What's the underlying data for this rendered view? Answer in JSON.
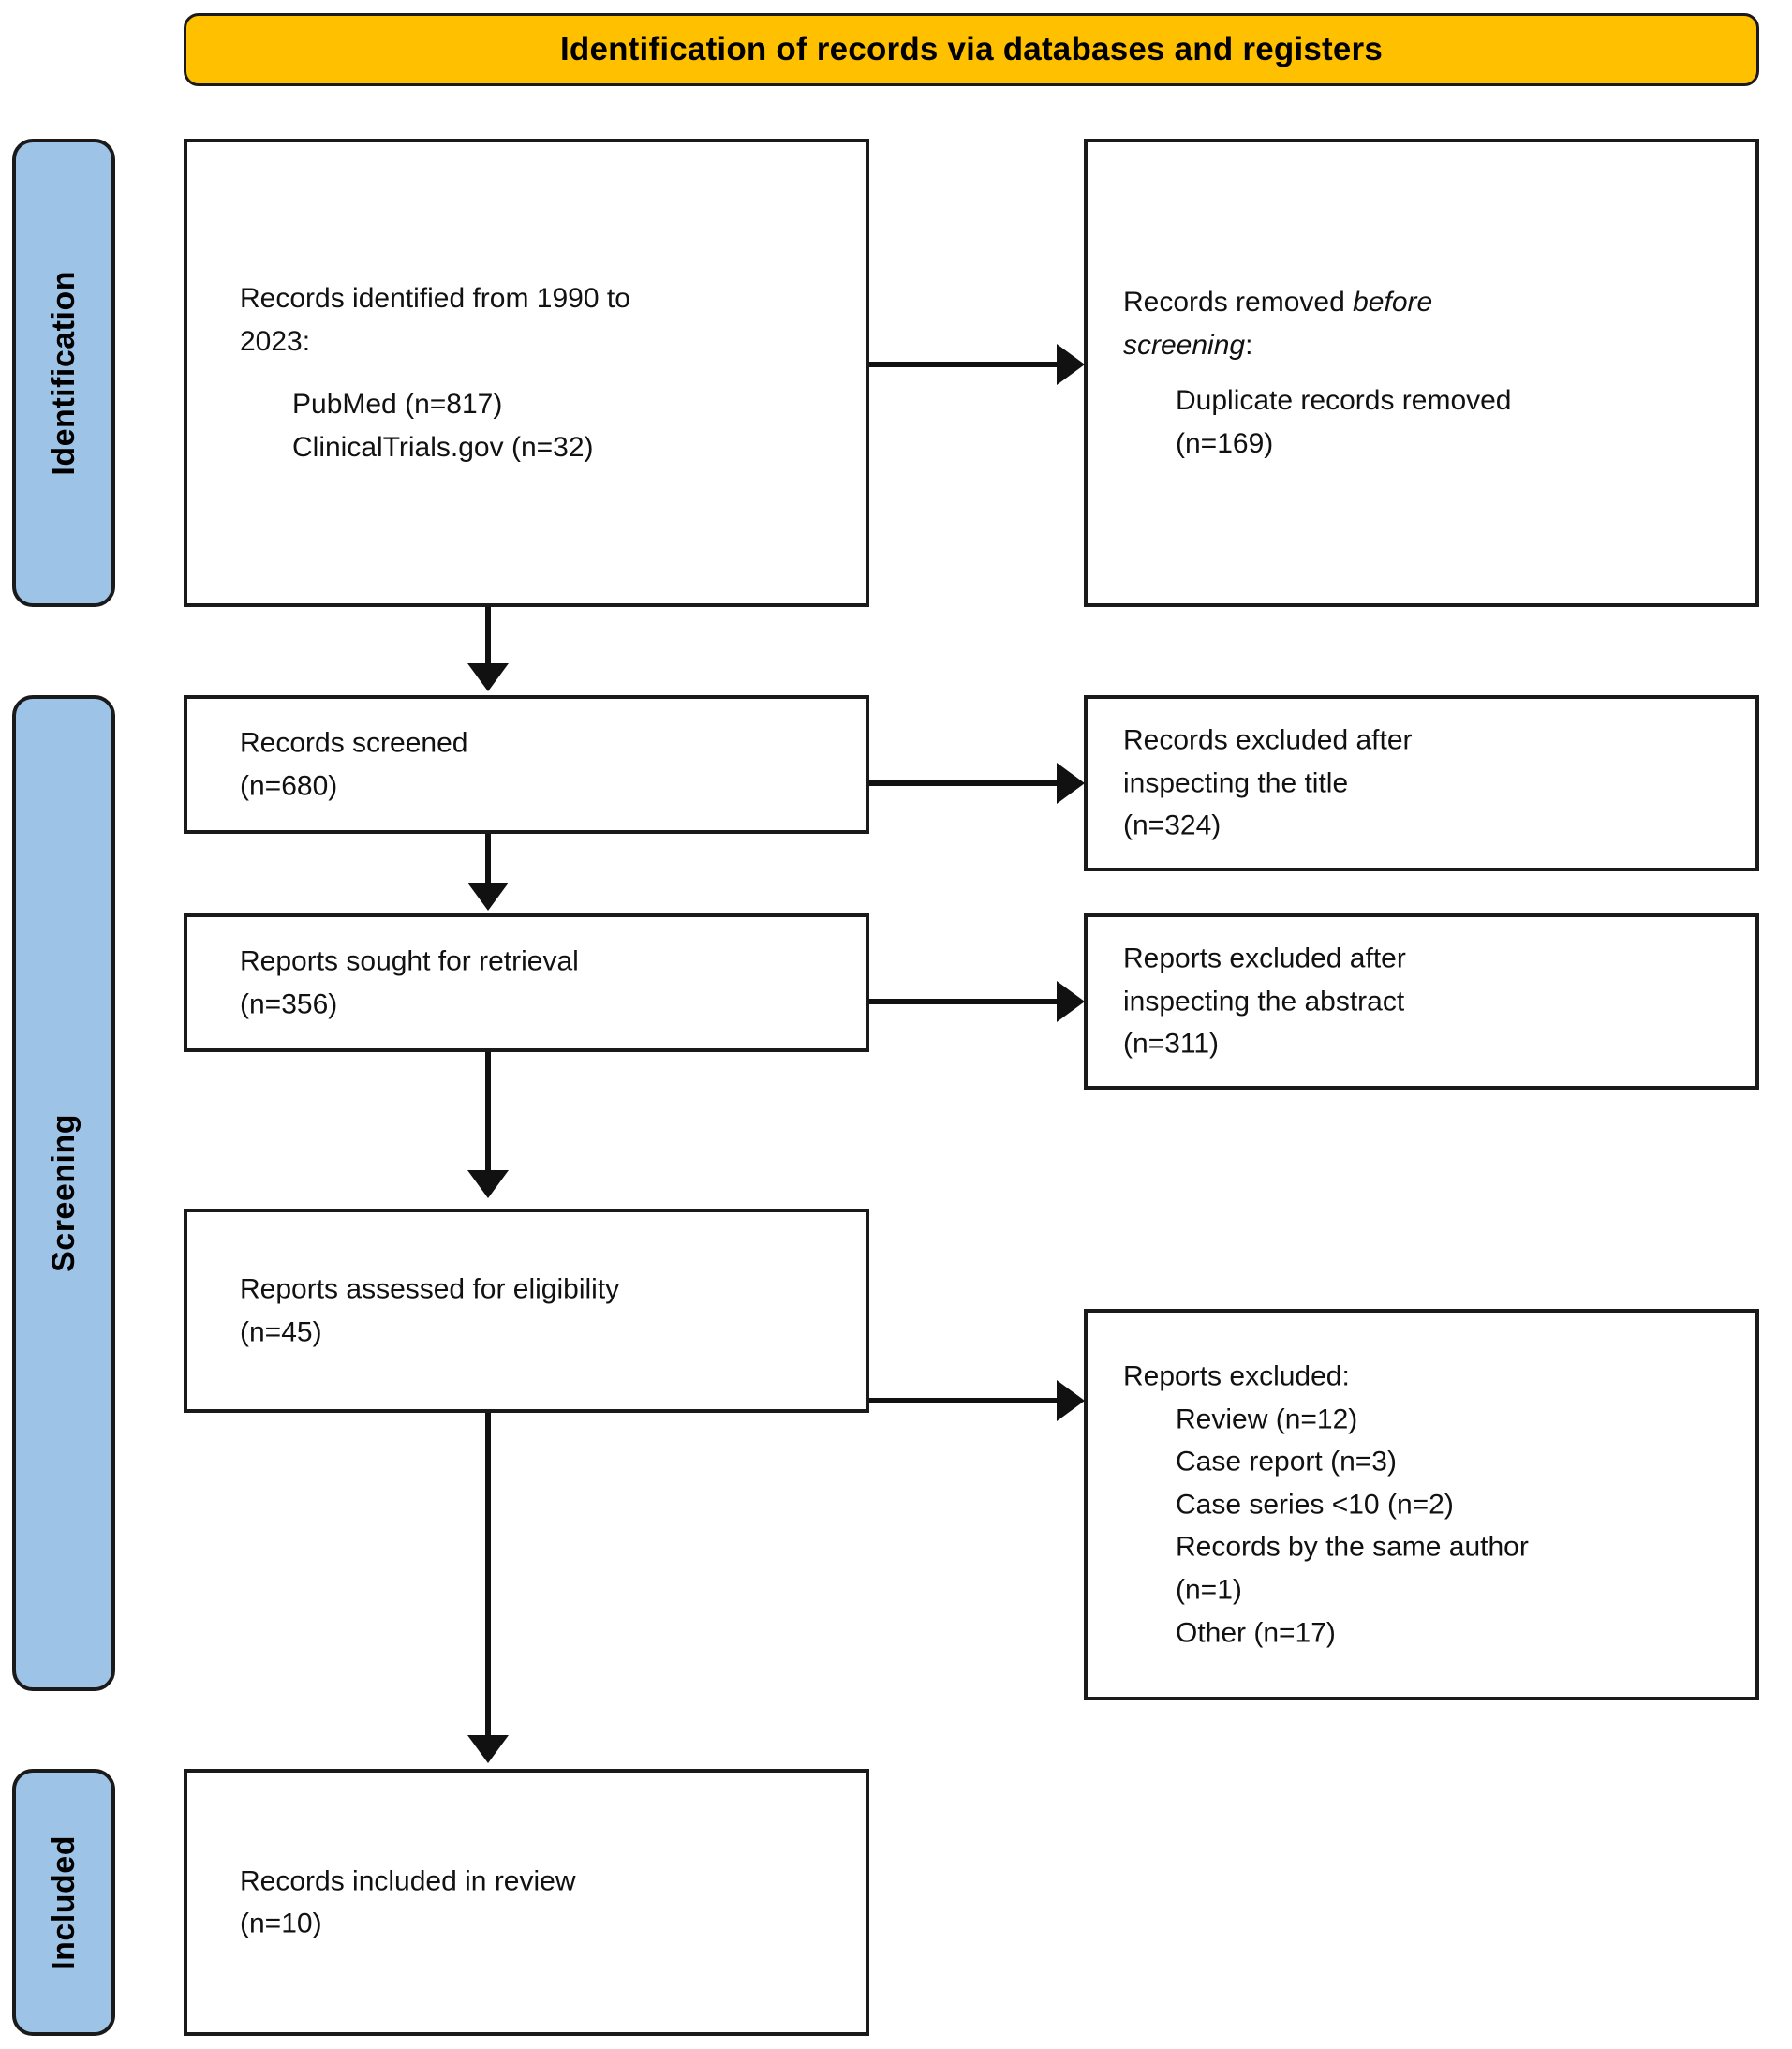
{
  "banner": {
    "title": "Identification of records via databases and registers",
    "fill_color": "#FFC000",
    "border_color": "#1a1a1a"
  },
  "stages": {
    "accent_color": "#9DC3E6",
    "identification": "Identification",
    "screening": "Screening",
    "included": "Included"
  },
  "boxes": {
    "identified": {
      "line1": "Records identified from 1990 to",
      "line2": "2023:",
      "item1": "PubMed (n=817)",
      "item2": "ClinicalTrials.gov (n=32)"
    },
    "removed_before_screening": {
      "line1_a": "Records removed ",
      "line1_b": "before",
      "line2_a": "screening",
      "line2_b": ":",
      "item1": "Duplicate records removed",
      "item2": "(n=169)"
    },
    "records_screened": {
      "line1": "Records screened",
      "line2": "(n=680)"
    },
    "records_excluded_title": {
      "line1": "Records excluded after",
      "line2": "inspecting the title",
      "line3": "(n=324)"
    },
    "reports_sought": {
      "line1": "Reports sought for retrieval",
      "line2": "(n=356)"
    },
    "reports_excluded_abstract": {
      "line1": "Reports excluded after",
      "line2": "inspecting the abstract",
      "line3": "(n=311)"
    },
    "reports_assessed": {
      "line1": "Reports assessed for eligibility",
      "line2": "(n=45)"
    },
    "reports_excluded": {
      "heading": "Reports excluded:",
      "item1": "Review (n=12)",
      "item2": "Case report (n=3)",
      "item3": "Case series <10 (n=2)",
      "item4": "Records by the same author",
      "item5": "(n=1)",
      "item6": "Other (n=17)"
    },
    "records_included": {
      "line1": "Records included in review",
      "line2": "(n=10)"
    }
  }
}
